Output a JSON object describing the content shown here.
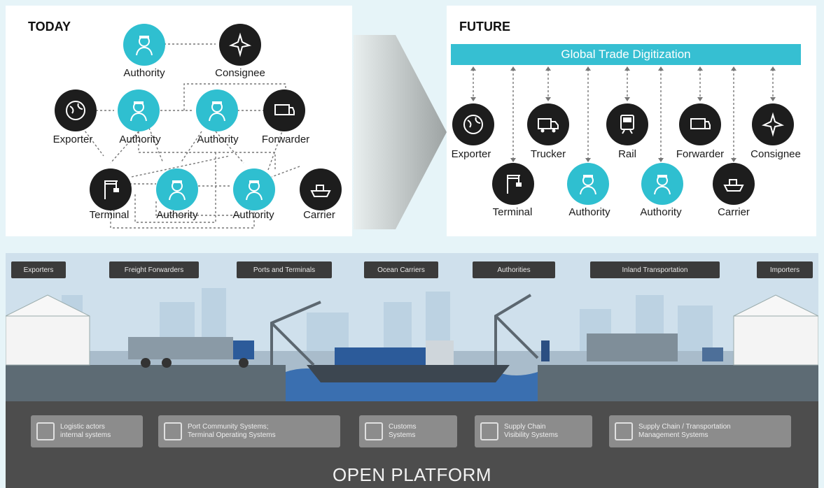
{
  "today": {
    "heading": "TODAY",
    "labels": {
      "authority_top": "Authority",
      "consignee": "Consignee",
      "exporter": "Exporter",
      "authority_1": "Authority",
      "authority_2": "Authority",
      "forwarder": "Forwarder",
      "terminal": "Terminal",
      "authority_3": "Authority",
      "authority_4": "Authority",
      "carrier": "Carrier"
    }
  },
  "future": {
    "heading": "FUTURE",
    "bar_label": "Global Trade Digitization",
    "labels": {
      "exporter": "Exporter",
      "trucker": "Trucker",
      "rail": "Rail",
      "forwarder": "Forwarder",
      "consignee": "Consignee",
      "terminal": "Terminal",
      "authority_1": "Authority",
      "authority_2": "Authority",
      "carrier": "Carrier"
    }
  },
  "ecosystem": {
    "tags": [
      "Exporters",
      "Freight Forwarders",
      "Ports and Terminals",
      "Ocean Carriers",
      "Authorities",
      "Inland Transportation",
      "Importers"
    ]
  },
  "platform": {
    "title": "OPEN PLATFORM",
    "systems": [
      {
        "label": "Logistic actors\ninternal systems",
        "icon": "devices-icon"
      },
      {
        "label": "Port Community Systems;\nTerminal Operating Systems",
        "icon": "building-gear-icon"
      },
      {
        "label": "Customs\nSystems",
        "icon": "customs-document-icon"
      },
      {
        "label": "Supply Chain\nVisibility Systems",
        "icon": "magnifier-icon"
      },
      {
        "label": "Supply Chain / Transportation\nManagement Systems",
        "icon": "transport-grid-icon"
      }
    ]
  },
  "colors": {
    "teal": "#2fbfd0",
    "dark_node": "#1d1d1d",
    "bar": "#36bfd2",
    "platform": "#4d4d4d"
  }
}
